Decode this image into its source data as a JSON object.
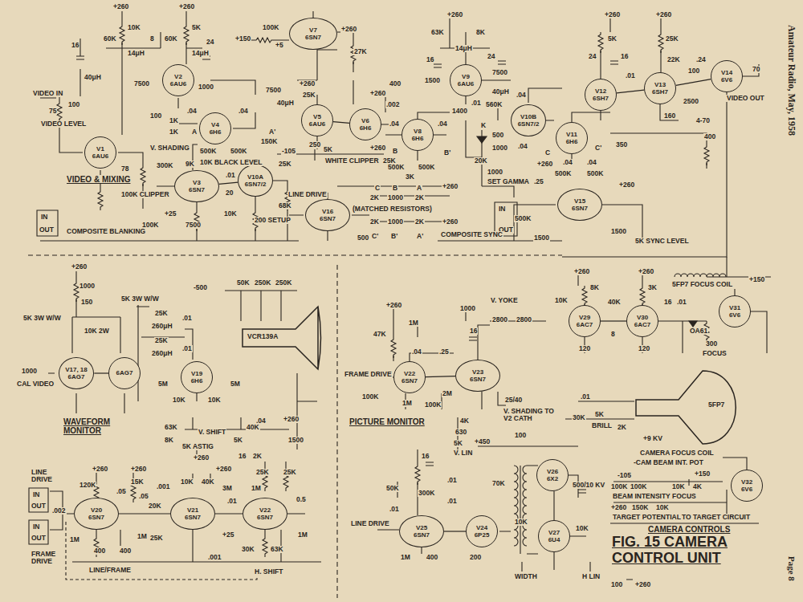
{
  "diagram": {
    "title": "FIG. 15 CAMERA CONTROL UNIT",
    "nodes": [
      {
        "text": [
          "V7",
          "6SN7"
        ]
      },
      {
        "text": [
          "V2",
          "6AU6"
        ]
      },
      {
        "text": [
          "V9",
          "6AU6"
        ]
      },
      {
        "text": [
          "V12",
          "6SH7"
        ]
      },
      {
        "text": [
          "V13",
          "6SH7"
        ]
      },
      {
        "text": [
          "V14",
          "6V6"
        ]
      },
      {
        "text": [
          "V5",
          "6AU6"
        ]
      },
      {
        "text": [
          "V6",
          "6H6"
        ]
      },
      {
        "text": [
          "V4",
          "6H6"
        ]
      },
      {
        "text": [
          "V10B",
          "6SN7/2"
        ]
      },
      {
        "text": [
          "V8",
          "6H6"
        ]
      },
      {
        "text": [
          "V1",
          "6AU6"
        ]
      },
      {
        "text": [
          "V11",
          "6H6"
        ]
      },
      {
        "text": [
          "V3",
          "6SN7"
        ]
      },
      {
        "text": [
          "V10A",
          "6SN7/2"
        ]
      },
      {
        "text": [
          "V15",
          "6SN7"
        ]
      },
      {
        "text": [
          "V16",
          "6SN7"
        ]
      },
      {
        "text": [
          "V29",
          "6AC7"
        ]
      },
      {
        "text": [
          "V30",
          "6AC7"
        ]
      },
      {
        "text": [
          "V31",
          "6V6"
        ]
      },
      {
        "text": [
          "VCR139A"
        ]
      },
      {
        "text": [
          "V17, 18",
          "6AG7"
        ]
      },
      {
        "text": [
          "6AG7"
        ]
      },
      {
        "text": [
          "V19",
          "6H6"
        ]
      },
      {
        "text": [
          "V22",
          "6SN7"
        ]
      },
      {
        "text": [
          "V23",
          "6SN7"
        ]
      },
      {
        "text": [
          "5FP7"
        ]
      },
      {
        "text": [
          "V26",
          "6X2"
        ]
      },
      {
        "text": [
          "V32",
          "6V6"
        ]
      },
      {
        "text": [
          "V20",
          "6SN7"
        ]
      },
      {
        "text": [
          "V21",
          "6SN7"
        ]
      },
      {
        "text": [
          "V22",
          "6SN7"
        ]
      },
      {
        "text": [
          "V25",
          "6SN7"
        ]
      },
      {
        "text": [
          "V24",
          "6P25"
        ]
      },
      {
        "text": [
          "V27",
          "6U4"
        ]
      }
    ],
    "edges": [
      {
        "from": 3,
        "to": 4,
        "arrow": "none"
      },
      {
        "from": 4,
        "to": 5,
        "arrow": "none"
      },
      {
        "from": 6,
        "to": 7,
        "arrow": "none"
      },
      {
        "from": 13,
        "to": 14,
        "arrow": "none"
      },
      {
        "from": 17,
        "to": 18,
        "arrow": "none"
      },
      {
        "from": 21,
        "to": 22,
        "arrow": "none"
      },
      {
        "from": 24,
        "to": 25,
        "arrow": "none"
      },
      {
        "from": 29,
        "to": 30,
        "arrow": "none"
      },
      {
        "from": 30,
        "to": 31,
        "arrow": "none"
      },
      {
        "from": 32,
        "to": 33,
        "arrow": "none"
      }
    ],
    "labels": [
      "+260",
      "+260",
      "10K",
      "5K",
      "60K",
      "60K",
      "8",
      "14μH",
      "14μH",
      "16",
      "24",
      "40μH",
      "7500",
      "1000",
      "VIDEO IN",
      "75",
      "100",
      "VIDEO LEVEL",
      "78",
      "100",
      "1K",
      "1K",
      "V. SHADING",
      "A",
      "A'",
      "500K",
      "500K",
      ".04",
      ".04",
      "7500",
      "40μH",
      "150K",
      "-105",
      "10K BLACK LEVEL",
      "+150",
      "100K",
      "+5",
      "+260",
      "27K",
      "+260",
      "25K",
      "+260",
      "400",
      "250",
      "25K",
      "5K",
      "WHITE CLIPPER",
      "25K",
      "+260",
      ".002",
      "+260",
      "63K",
      "8K",
      "16",
      "24",
      "14μH",
      "1500",
      ".01",
      "7500",
      "40μH",
      "560K",
      "500",
      "1000",
      ".04",
      ".04",
      "1400",
      "K",
      "20K",
      "1000",
      "SET GAMMA",
      "B",
      "B'",
      ".04",
      ".04",
      "500K",
      "500K",
      "3K",
      "C",
      "B",
      "A",
      "+260",
      "2K",
      "1000",
      "2K",
      "(MATCHED RESISTORS)",
      "2K",
      "1000",
      "2K",
      "+260",
      "C'",
      "B'",
      "A'",
      "LINE DRIVE",
      "500",
      "VIDEO & MIXING",
      "300K",
      "9K",
      "100K CLIPPER",
      "+25",
      "100K",
      "7500",
      "10K",
      ".01",
      "20",
      "200 SETUP",
      "68K",
      "IN",
      "OUT",
      "COMPOSITE BLANKING",
      "+260",
      "+260",
      "5K",
      "25K",
      "24",
      "16",
      "22K",
      "100",
      ".01",
      "2500",
      "160",
      ".24",
      "70",
      "VIDEO OUT",
      "350",
      "4-70",
      "400",
      "+260",
      "C",
      "C'",
      ".04",
      ".04",
      "500K",
      "500K",
      ".25",
      "+260",
      "IN",
      "OUT",
      "COMPOSITE SYNC",
      "500K",
      "1500",
      "1500",
      "5K SYNC LEVEL",
      "+260",
      "1000",
      "150",
      "5K 3W W/W",
      "5K 3W W/W",
      "10K 2W",
      "25K",
      "260μH",
      "25K",
      "260μH",
      ".01",
      ".01",
      "1000",
      "CAL VIDEO",
      "-500",
      "50K",
      "250K",
      "250K",
      "10K",
      "10K",
      "5M",
      "5M",
      "+260",
      "1500",
      ".04",
      "63K",
      "40K",
      "8K",
      "5K",
      "V. SHIFT",
      "5K ASTIG",
      "+260",
      "WAVEFORM MONITOR",
      "LINE DRIVE",
      "IN",
      "OUT",
      "IN",
      "OUT",
      "FRAME DRIVE",
      ".002",
      "120K",
      "+260",
      ".05",
      "15K",
      "+260",
      ".05",
      "1M",
      "400",
      "400",
      "1M",
      ".001",
      "20K",
      "25K",
      "10K",
      "40K",
      "+260",
      "3M",
      ".01",
      "1M",
      "+25",
      ".001",
      "30K",
      "63K",
      "1M",
      "0.5",
      "16",
      "2K",
      "25K",
      "25K",
      "H. SHIFT",
      "LINE/FRAME",
      "+260",
      "47K",
      "1M",
      "1000",
      "V. YOKE",
      "2800",
      "2800",
      "16",
      "FRAME DRIVE",
      "100K",
      ".04",
      ".25",
      "1M",
      "100K",
      "2M",
      "25/40",
      "V. SHADING TO V2 CATH",
      "4K",
      "630",
      "100",
      "5K",
      "V. LIN",
      "PICTURE MONITOR",
      "+260",
      "+260",
      "8K",
      "3K",
      "10K",
      "40K",
      "16",
      ".01",
      "8",
      "120",
      "120",
      "OA61",
      "300",
      "FOCUS",
      "+150",
      "5FP7 FOCUS COIL",
      ".01",
      "30K",
      "5K",
      "BRILL",
      "2K",
      "+9 KV",
      "CAMERA FOCUS COIL",
      "-CAM BEAM INT. POT",
      "+150",
      "-105",
      "100K",
      "100K",
      "10K",
      "4K",
      "BEAM INTENSITY",
      "FOCUS",
      "+260",
      "150K",
      "10K",
      "TARGET POTENTIAL",
      "TO TARGET CIRCUIT",
      "CAMERA CONTROLS",
      "+450",
      "16",
      "50K",
      "300K",
      ".01",
      ".01",
      "70K",
      "LINE DRIVE",
      ".01",
      "1M",
      "400",
      "200",
      "500/10 KV",
      "10K",
      "10K",
      "WIDTH",
      "H LIN",
      "100",
      "+260",
      "Amateur Radio, May, 1958",
      "Page 8"
    ]
  }
}
